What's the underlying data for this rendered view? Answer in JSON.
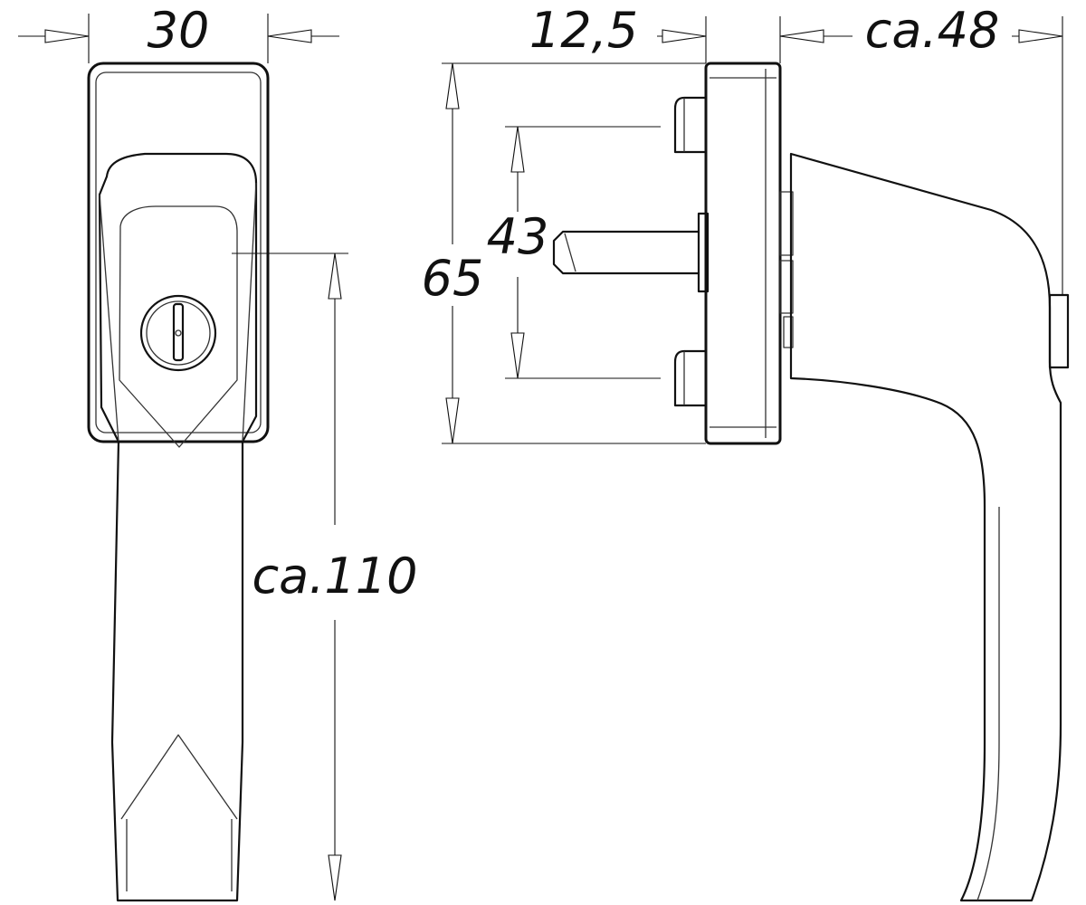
{
  "dimensions": {
    "width": "30",
    "depth_plate": "12,5",
    "depth_total": "ca.48",
    "plate_height": "65",
    "pin_spacing": "43",
    "handle_length": "ca.110"
  }
}
